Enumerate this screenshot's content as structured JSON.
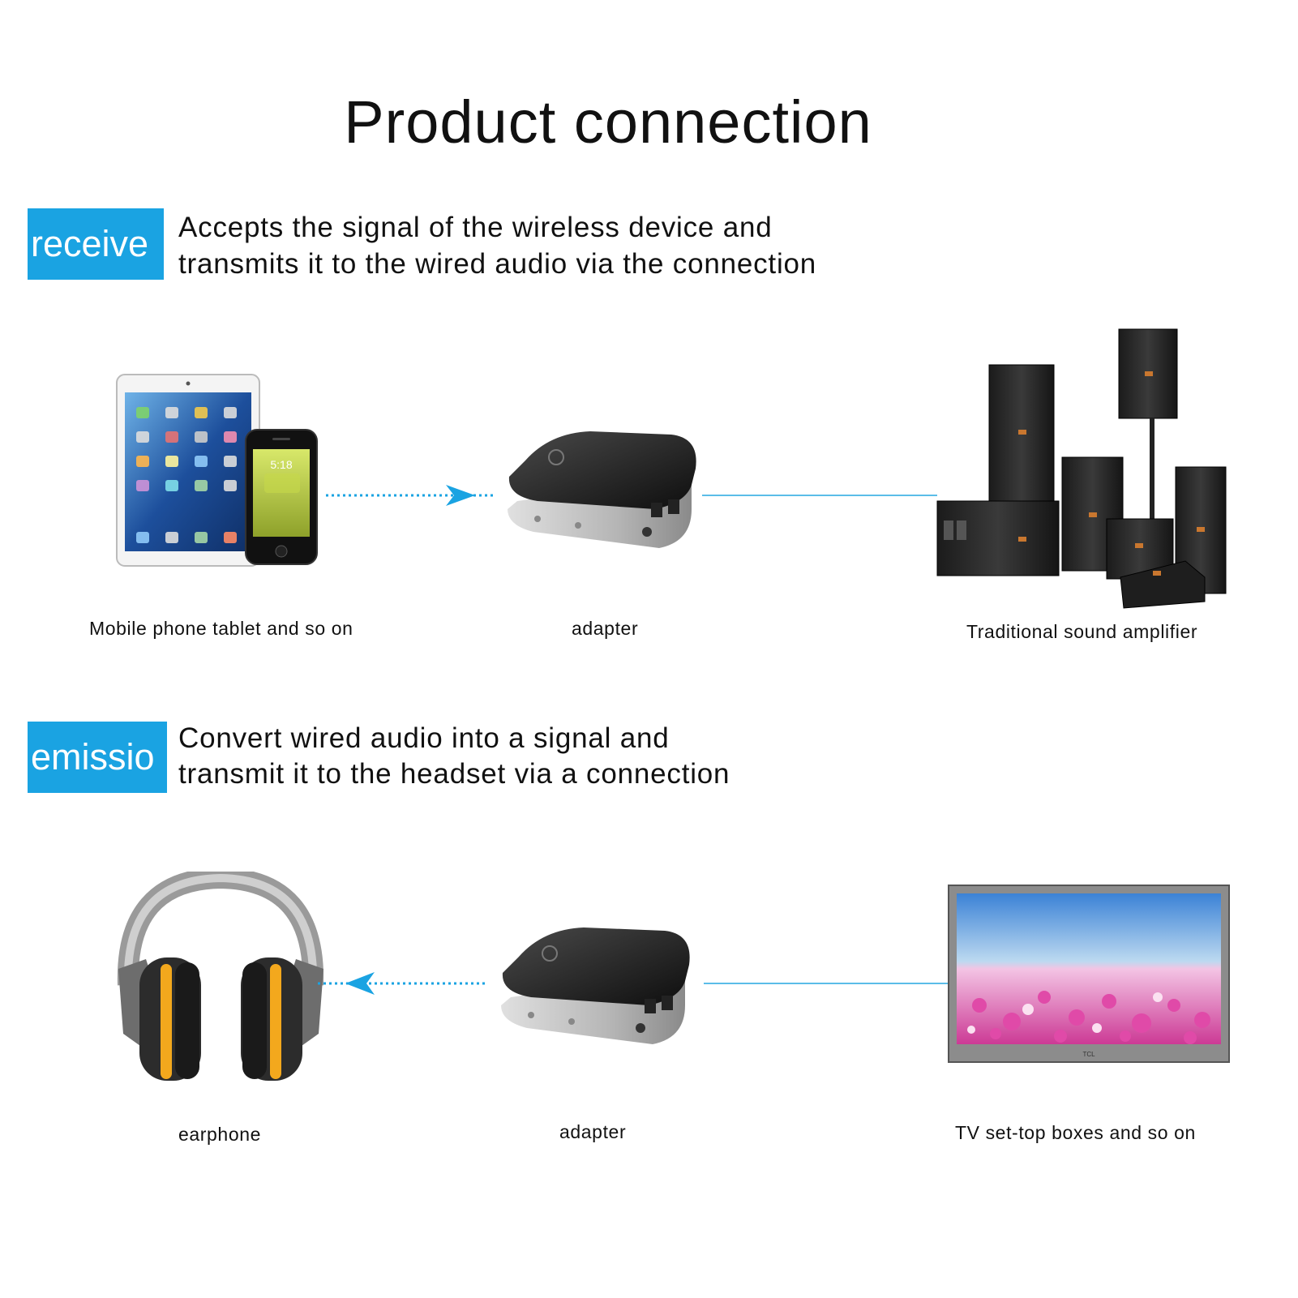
{
  "title": "Product connection",
  "sections": {
    "receive": {
      "badge": "receive",
      "description_line1": "Accepts the  signal of the wireless device and",
      "description_line2": "transmits it to the wired audio via the  connection",
      "captions": {
        "source": "Mobile  phone  tablet  and so on",
        "adapter": "adapter",
        "target": "Traditional sound  amplifier"
      }
    },
    "emission": {
      "badge": "emissio",
      "description_line1": "Convert wired audio into a signal and",
      "description_line2": "transmit it to the headset via a connection",
      "captions": {
        "source": "earphone",
        "adapter": "adapter",
        "target": "TV set-top boxes and so on"
      }
    }
  },
  "device_text": {
    "phone_clock": "5:18",
    "tv_brand": "TCL"
  },
  "colors": {
    "badge": "#1aa3e2",
    "connector": "#1aa3e2"
  }
}
